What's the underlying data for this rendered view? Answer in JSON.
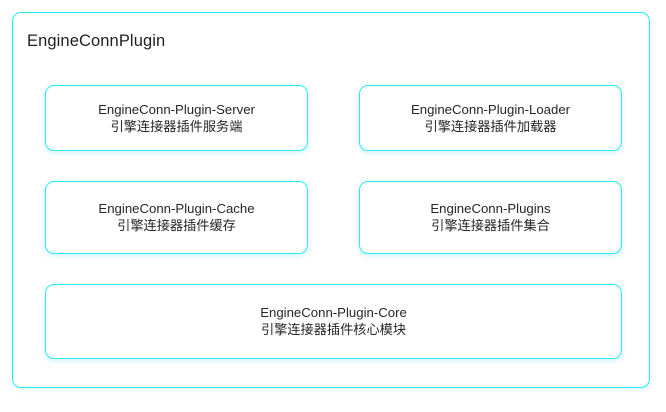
{
  "diagram": {
    "type": "block-diagram",
    "title": "EngineConnPlugin",
    "colors": {
      "border": "#25eeff",
      "outer_border": "#1ff0ff",
      "text": "#262626",
      "background": "#ffffff"
    },
    "modules": [
      {
        "id": "engineconn-plugin-server",
        "name_en": "EngineConn-Plugin-Server",
        "name_zh": "引擎连接器插件服务端",
        "row": 1,
        "column": "left"
      },
      {
        "id": "engineconn-plugin-loader",
        "name_en": "EngineConn-Plugin-Loader",
        "name_zh": "引擎连接器插件加载器",
        "row": 1,
        "column": "right"
      },
      {
        "id": "engineconn-plugin-cache",
        "name_en": "EngineConn-Plugin-Cache",
        "name_zh": "引擎连接器插件缓存",
        "row": 2,
        "column": "left"
      },
      {
        "id": "engineconn-plugins",
        "name_en": "EngineConn-Plugins",
        "name_zh": "引擎连接器插件集合",
        "row": 2,
        "column": "right"
      },
      {
        "id": "engineconn-plugin-core",
        "name_en": "EngineConn-Plugin-Core",
        "name_zh": "引擎连接器插件核心模块",
        "row": 3,
        "column": "full"
      }
    ]
  }
}
